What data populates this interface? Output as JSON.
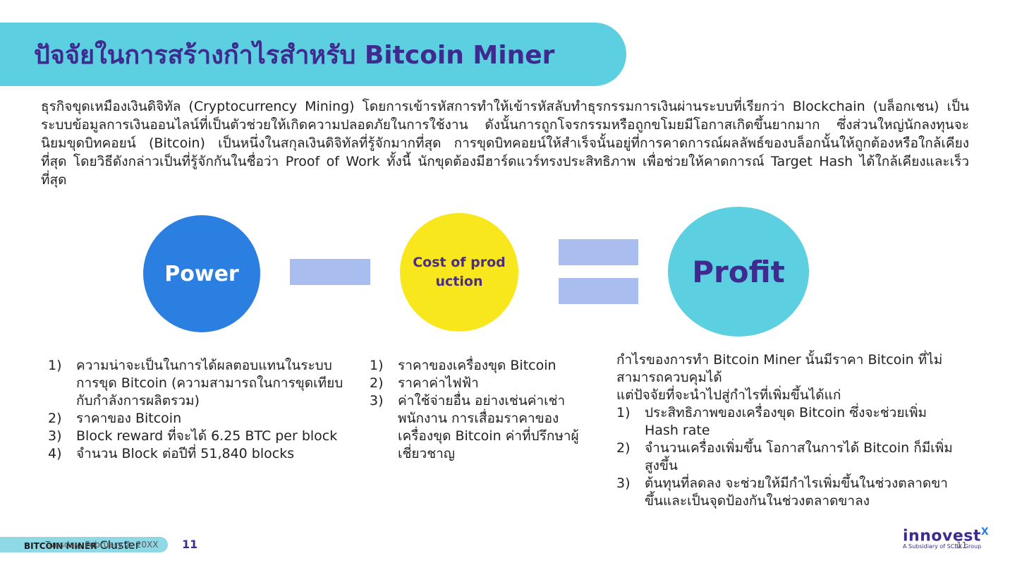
{
  "title": "ปัจจัยในการสร้างกำไรสำหรับ Bitcoin Miner",
  "intro": "ธุรกิจขุดเหมืองเงินดิจิทัล (Cryptocurrency Mining) โดยการเข้ารหัสการทำให้เข้ารหัสลับทำธุรกรรมการเงินผ่านระบบที่เรียกว่า Blockchain (บล็อกเชน) เป็นระบบข้อมูลการเงินออนไลน์ที่เป็นตัวช่วยให้เกิดความปลอดภัยในการใช้งาน ดังนั้นการถูกโจรกรรมหรือถูกขโมยมีโอกาสเกิดขึ้นยากมาก ซึ่งส่วนใหญ่นักลงทุนจะนิยมขุดบิทคอยน์ (Bitcoin) เป็นหนึ่งในสกุลเงินดิจิทัลที่รู้จักมากที่สุด การขุดบิทคอยน์ให้สำเร็จนั้นอยู่ที่การคาดการณ์ผลลัพธ์ของบล็อกนั้นให้ถูกต้องหรือใกล้เคียงที่สุด โดยวิธีดังกล่าวเป็นที่รู้จักกันในชื่อว่า Proof of Work ทั้งนี้ นักขุดต้องมีฮาร์ดแวร์ทรงประสิทธิภาพ เพื่อช่วยให้คาดการณ์ Target Hash ได้ใกล้เคียงและเร็วที่สุด",
  "equation": {
    "power_label": "Power",
    "cost_label": "Cost of production",
    "profit_label": "Profit"
  },
  "power_list": [
    {
      "num": "1)",
      "text": "ความน่าจะเป็นในการได้ผลตอบแทนในระบบการขุด Bitcoin (ความสามารถในการขุดเทียบกับกำลังการผลิตรวม)"
    },
    {
      "num": "2)",
      "text": "ราคาของ Bitcoin"
    },
    {
      "num": "3)",
      "text": "Block reward ที่จะได้ 6.25 BTC per block"
    },
    {
      "num": "4)",
      "text": "จำนวน Block ต่อปีที่ 51,840 blocks"
    }
  ],
  "cost_list": [
    {
      "num": "1)",
      "text": "ราคาของเครื่องขุด Bitcoin"
    },
    {
      "num": "2)",
      "text": "ราคาค่าไฟฟ้า"
    },
    {
      "num": "3)",
      "text": "ค่าใช้จ่ายอื่น อย่างเช่นค่าเช่า พนักงาน การเสื่อมราคาของเครื่องขุด Bitcoin ค่าที่ปรึกษาผู้เชี่ยวชาญ"
    }
  ],
  "profit_block": {
    "line1": "กำไรของการทำ Bitcoin Miner นั้นมีราคา Bitcoin ที่ไม่สามารถควบคุมได้",
    "line2": "แต่ปัจจัยที่จะนำไปสู่กำไรที่เพิ่มขึ้นได้แก่",
    "items": [
      {
        "num": "1)",
        "text": "ประสิทธิภาพของเครื่องขุด Bitcoin ซึ่งจะช่วยเพิ่ม Hash rate"
      },
      {
        "num": "2)",
        "text": "จำนวนเครื่องเพิ่มขึ้น โอกาสในการได้ Bitcoin ก็มีเพิ่มสูงขึ้น"
      },
      {
        "num": "3)",
        "text": "ต้นทุนที่ลดลง จะช่วยให้มีกำไรเพิ่มขึ้นในช่วงตลาดขาขึ้นและเป็นจุดป้องกันในช่วงตลาดขาลง"
      }
    ]
  },
  "footer": {
    "brand": "BITCOIN MINER",
    "brand_suffix": "Cluster",
    "date": "Tuesday, February 2, 20XX",
    "page": "11",
    "logo_name": "innovest",
    "logo_x": "X",
    "logo_sub": "A Subsidiary of SCBX Group",
    "page_right": "11"
  }
}
